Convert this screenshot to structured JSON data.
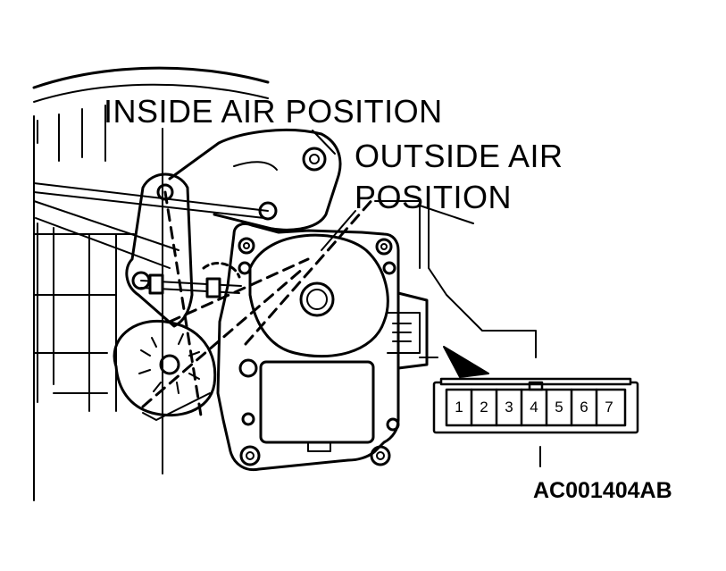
{
  "labels": {
    "inside_air": "INSIDE AIR POSITION",
    "outside_air_line1": "OUTSIDE AIR",
    "outside_air_line2": "POSITION",
    "figure_code": "AC001404AB"
  },
  "connector": {
    "pins": [
      "1",
      "2",
      "3",
      "4",
      "5",
      "6",
      "7"
    ]
  },
  "colors": {
    "ink": "#000000",
    "paper": "#ffffff"
  }
}
